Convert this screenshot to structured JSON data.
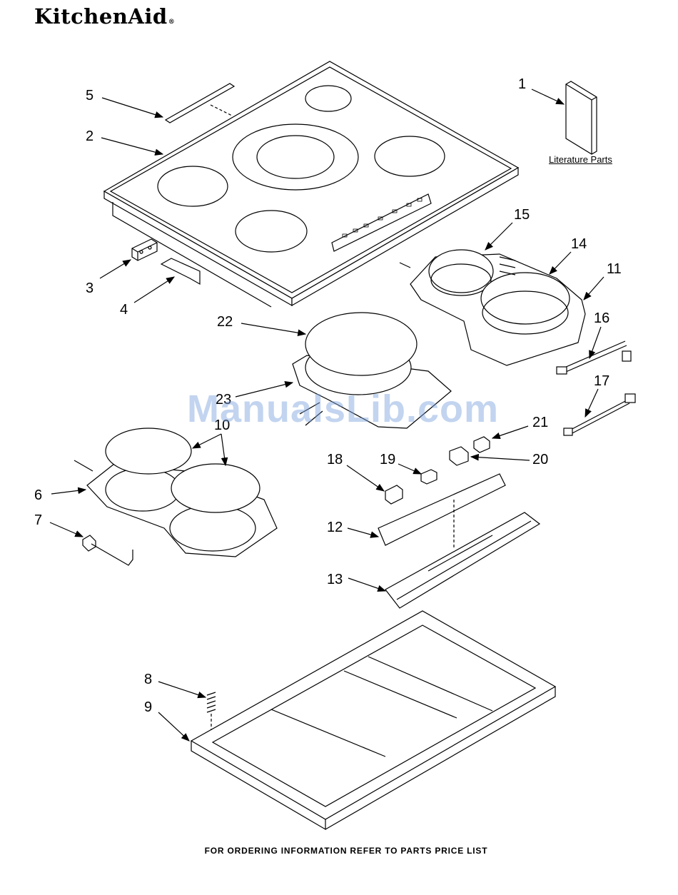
{
  "brand": "KitchenAid",
  "brand_mark": "®",
  "literature_label": "Literature Parts",
  "footer": "FOR ORDERING INFORMATION REFER TO PARTS PRICE LIST",
  "watermark": "ManualsLib.com",
  "callouts": {
    "c1": "1",
    "c2": "2",
    "c3": "3",
    "c4": "4",
    "c5": "5",
    "c6": "6",
    "c7": "7",
    "c8": "8",
    "c9": "9",
    "c10": "10",
    "c11": "11",
    "c12": "12",
    "c13": "13",
    "c14": "14",
    "c15": "15",
    "c16": "16",
    "c17": "17",
    "c18": "18",
    "c19": "19",
    "c20": "20",
    "c21": "21",
    "c22": "22",
    "c23": "23"
  }
}
